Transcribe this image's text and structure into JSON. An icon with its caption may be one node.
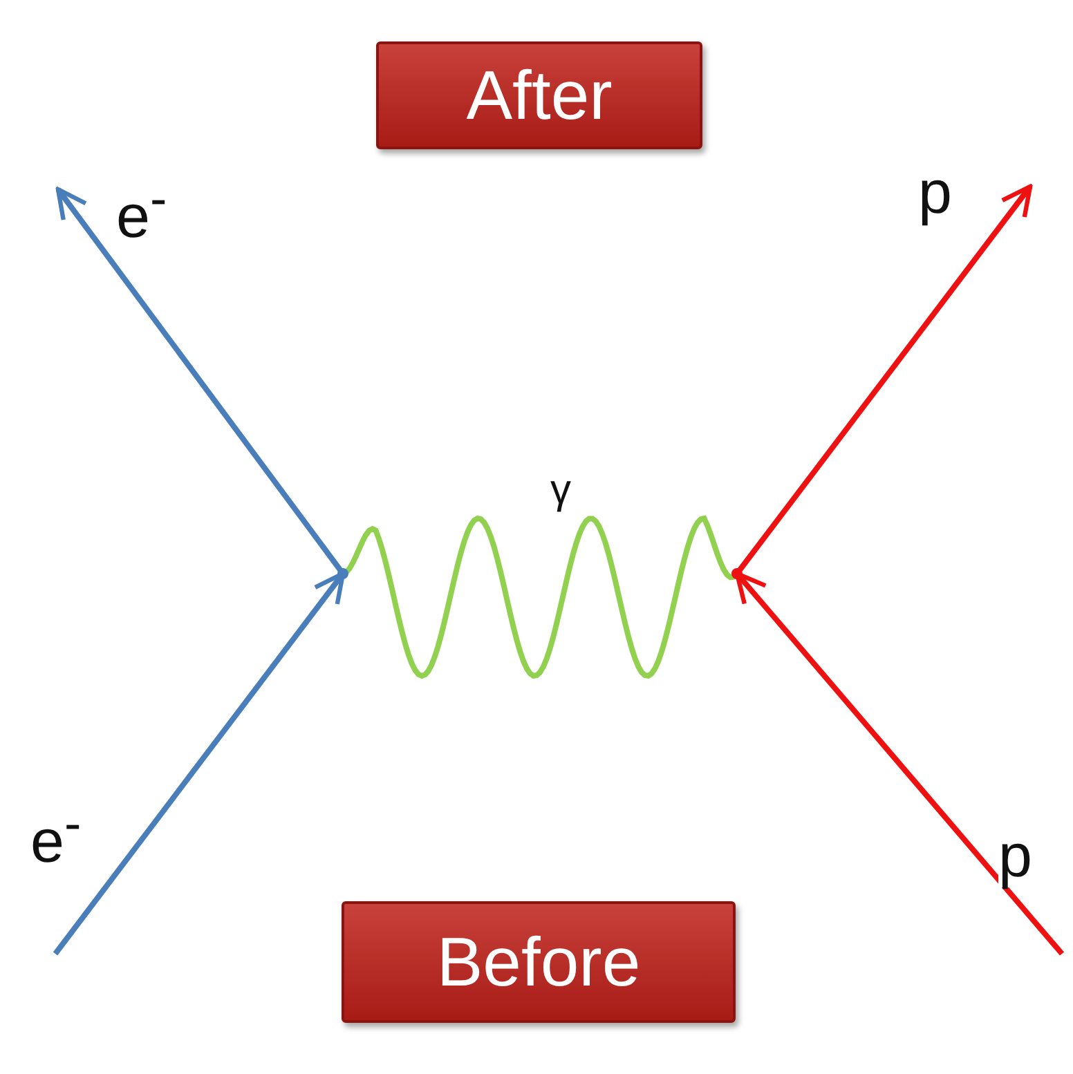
{
  "diagram": {
    "nodes": [
      {
        "text": [
          "After"
        ]
      },
      {
        "text": [
          "Before"
        ]
      },
      {
        "text": [],
        "shape": "point"
      },
      {
        "text": [],
        "shape": "point"
      }
    ],
    "edges": [
      {
        "from": null,
        "to": 2,
        "arrow": "to",
        "label": "e$^{-}$",
        "color": "#4a7ebb"
      },
      {
        "from": 2,
        "to": null,
        "arrow": "to",
        "label": "e$^{-}$",
        "color": "#4a7ebb"
      },
      {
        "from": 2,
        "to": 3,
        "arrow": "none",
        "label": "γ",
        "color": "#92d050"
      },
      {
        "from": null,
        "to": 3,
        "arrow": "to",
        "label": "p",
        "color": "#ee1111"
      },
      {
        "from": 3,
        "to": null,
        "arrow": "to",
        "label": "p",
        "color": "#ee1111"
      }
    ]
  }
}
